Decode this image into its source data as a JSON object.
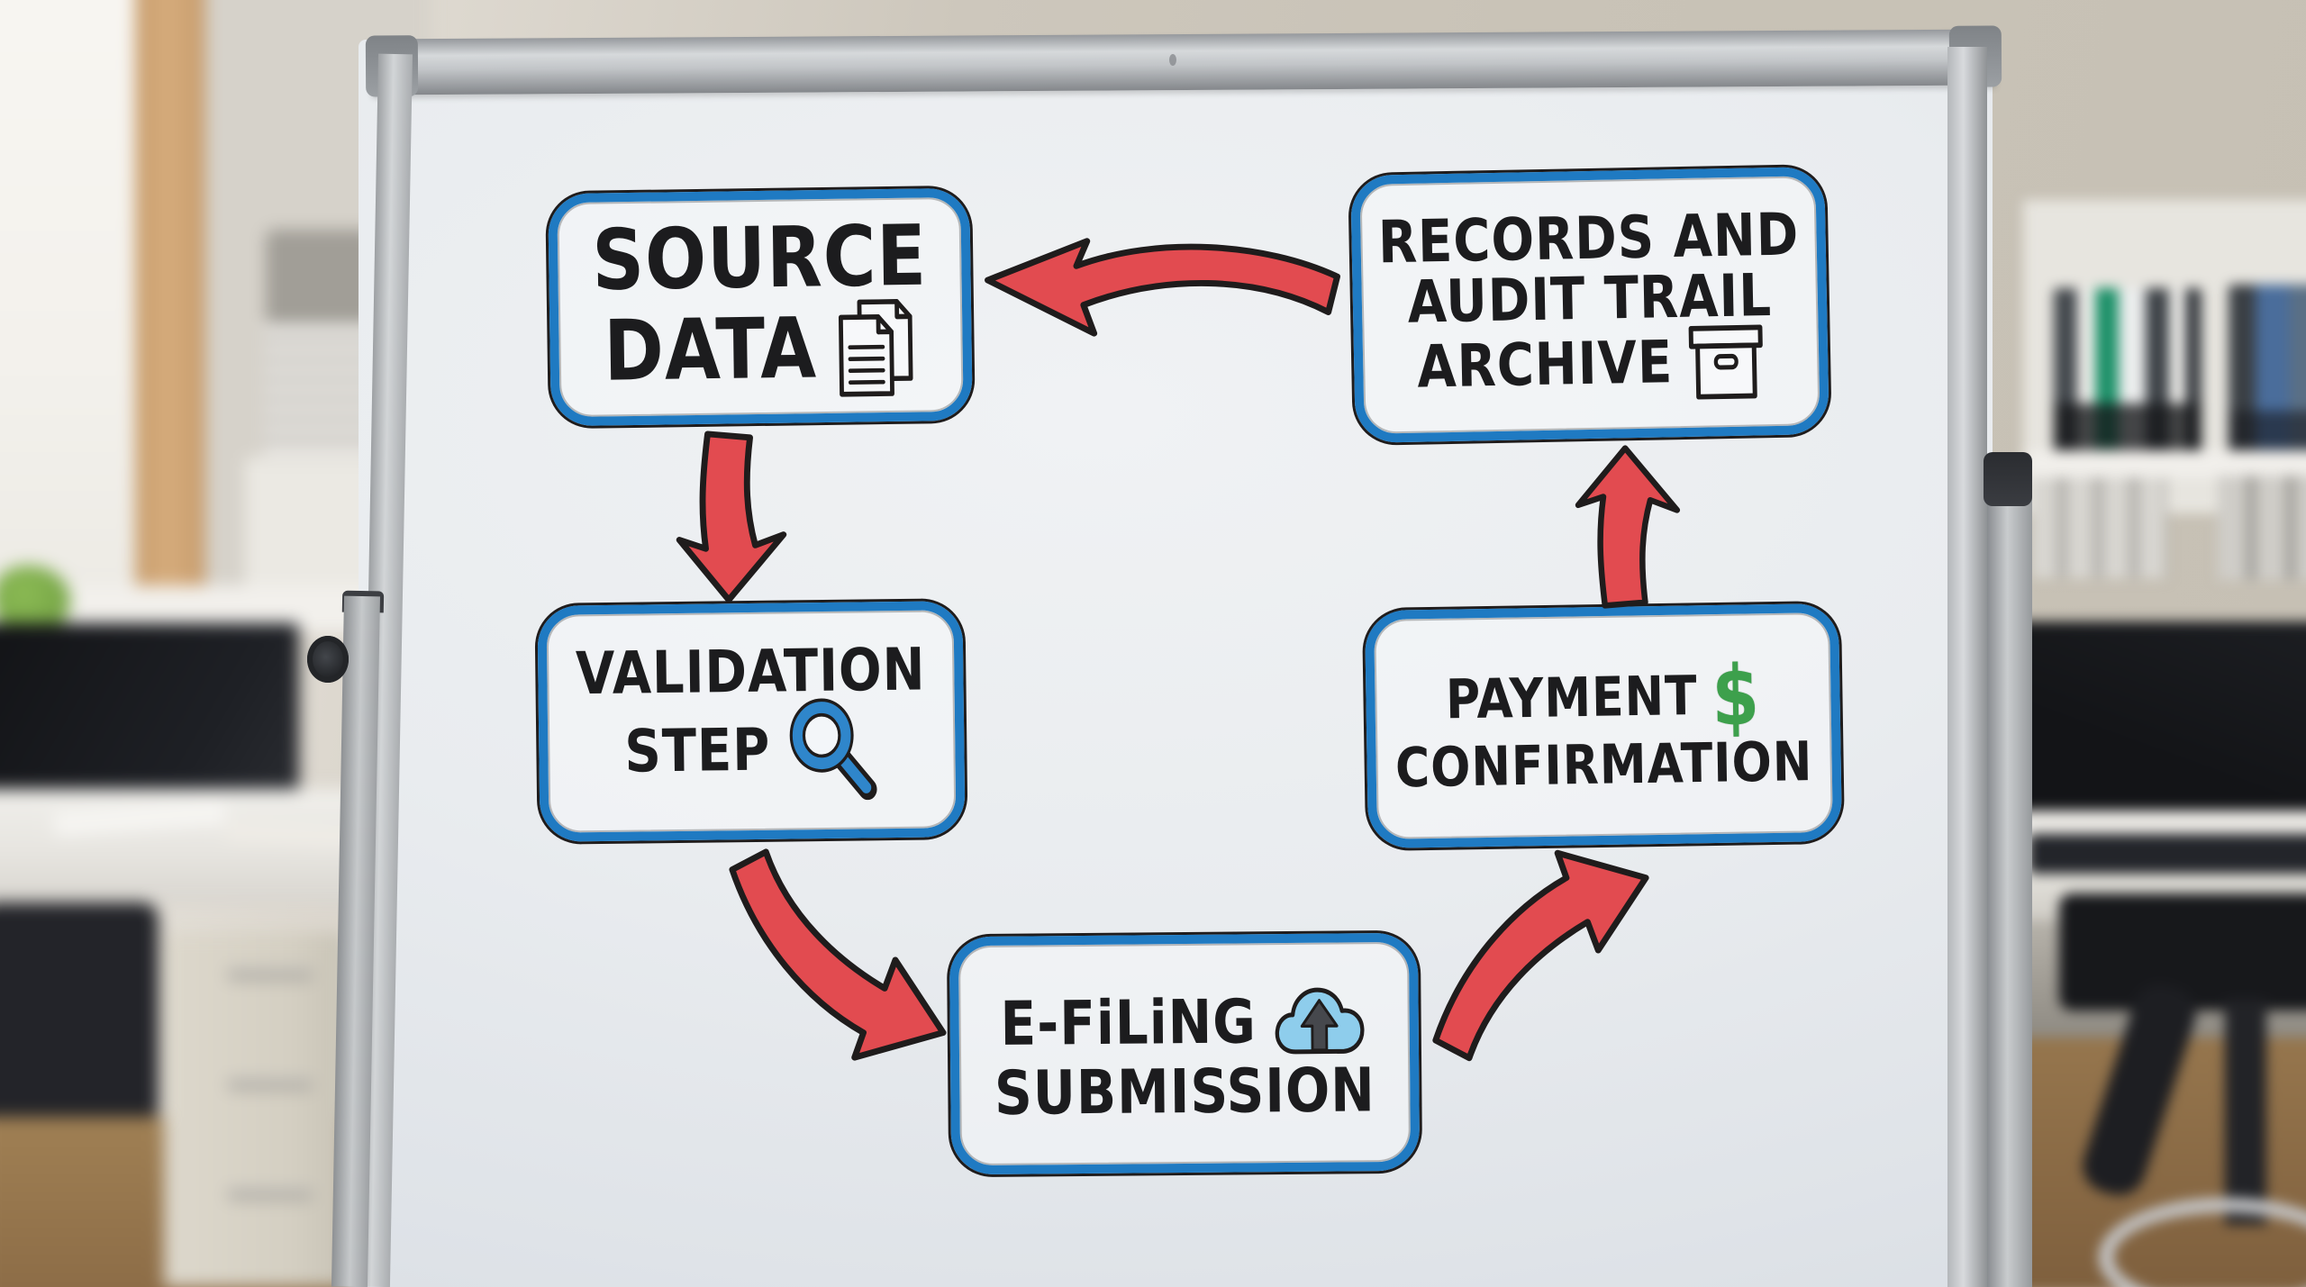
{
  "diagram": {
    "nodes": {
      "source_data": {
        "lines": [
          "SOURCE",
          "DATA"
        ],
        "icon": "documents-icon"
      },
      "records_archive": {
        "lines": [
          "RECORDS AND",
          "AUDIT TRAIL",
          "ARCHIVE"
        ],
        "icon": "archive-box-icon"
      },
      "validation_step": {
        "lines": [
          "VALIDATION",
          "STEP"
        ],
        "icon": "magnifying-glass-icon"
      },
      "payment_confirmation": {
        "lines": [
          "PAYMENT",
          "CONFIRMATION"
        ],
        "icon": "dollar-sign-icon",
        "dollar_glyph": "$"
      },
      "efiling_submission": {
        "lines": [
          "E-FiLiNG",
          "SUBMISSION"
        ],
        "icon": "cloud-upload-icon"
      }
    },
    "arrows": [
      {
        "name": "arrow-records-to-source",
        "from": "records_archive",
        "to": "source_data",
        "direction": "left"
      },
      {
        "name": "arrow-source-to-validation",
        "from": "source_data",
        "to": "validation_step",
        "direction": "down"
      },
      {
        "name": "arrow-validation-to-efiling",
        "from": "validation_step",
        "to": "efiling_submission",
        "direction": "down-right"
      },
      {
        "name": "arrow-efiling-to-payment",
        "from": "efiling_submission",
        "to": "payment_confirmation",
        "direction": "up-right"
      },
      {
        "name": "arrow-payment-to-records",
        "from": "payment_confirmation",
        "to": "records_archive",
        "direction": "up"
      }
    ],
    "colors": {
      "box_border_blue": "#1f7ac2",
      "arrow_red": "#e24b50",
      "marker_outline": "#1f1c1c",
      "ink_black": "#1c1c1e",
      "dollar_green": "#3da04c",
      "cloud_blue": "#8ecdec"
    }
  }
}
